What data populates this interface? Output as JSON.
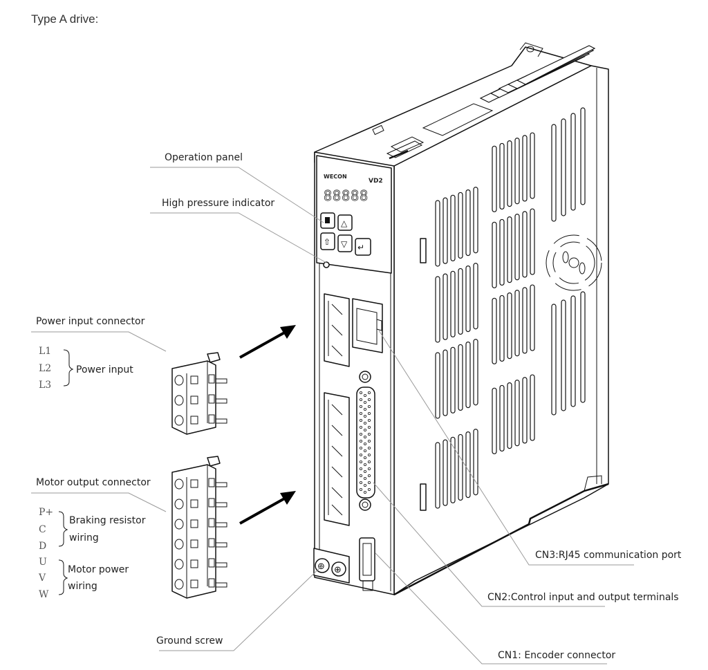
{
  "heading": "Type A drive:",
  "device": {
    "brand_text": "WECON",
    "model_text": "VD2",
    "display_text": "88888"
  },
  "labels": {
    "operation_panel": "Operation panel",
    "high_pressure_indicator": "High pressure indicator",
    "power_input_connector": "Power input connector",
    "power_input": "Power input",
    "motor_output_connector": "Motor output connector",
    "braking_resistor_wiring_line1": "Braking resistor",
    "braking_resistor_wiring_line2": "wiring",
    "motor_power_wiring_line1": "Motor power",
    "motor_power_wiring_line2": "wiring",
    "ground_screw": "Ground screw",
    "cn3": "CN3:RJ45 communication port",
    "cn2": "CN2:Control input and output terminals",
    "cn1": "CN1: Encoder connector"
  },
  "power_pins": [
    "L1",
    "L2",
    "L3"
  ],
  "motor_pins": [
    "P+",
    "C",
    "D",
    "U",
    "V",
    "W"
  ]
}
